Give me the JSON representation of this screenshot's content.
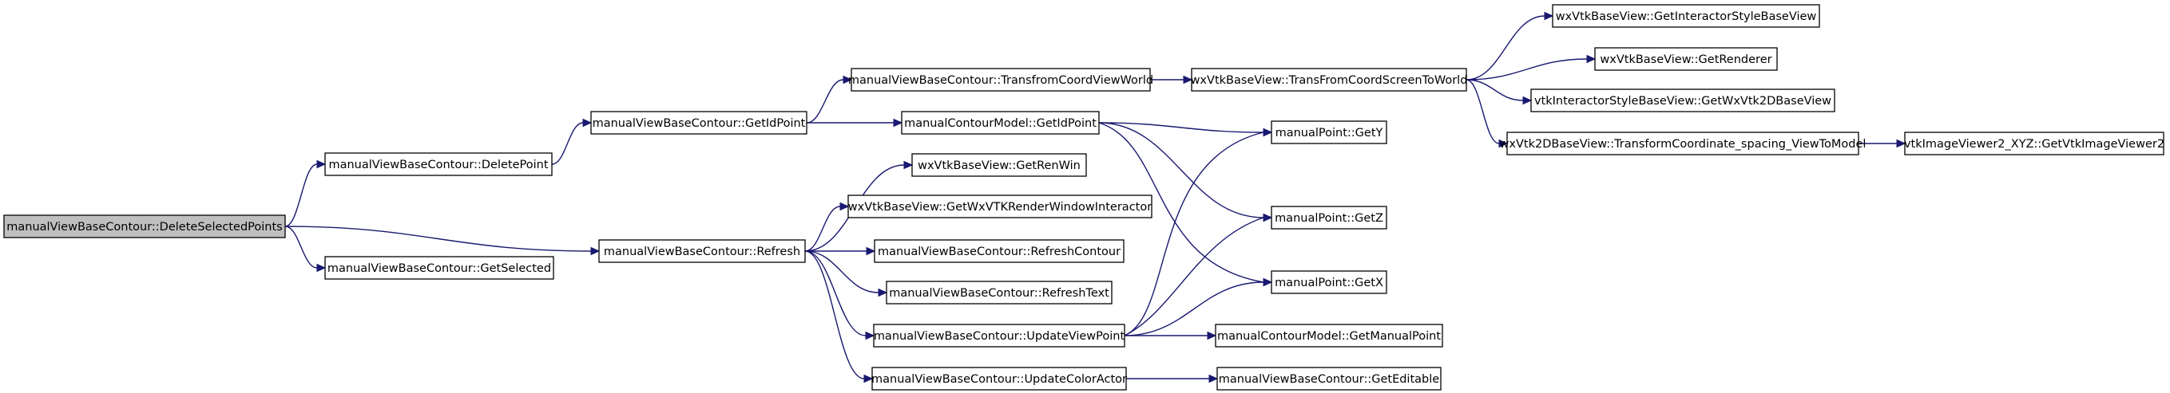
{
  "graph": {
    "nodes": [
      {
        "id": "n0",
        "label": "manualViewBaseContour::DeleteSelectedPoints",
        "root": true
      },
      {
        "id": "n1",
        "label": "manualViewBaseContour::DeletePoint"
      },
      {
        "id": "n2",
        "label": "manualViewBaseContour::GetSelected"
      },
      {
        "id": "n3",
        "label": "manualViewBaseContour::Refresh"
      },
      {
        "id": "n4",
        "label": "manualViewBaseContour::GetIdPoint"
      },
      {
        "id": "n5",
        "label": "manualViewBaseContour::TransfromCoordViewWorld"
      },
      {
        "id": "n6",
        "label": "manualContourModel::GetIdPoint"
      },
      {
        "id": "n7",
        "label": "wxVtkBaseView::GetRenWin"
      },
      {
        "id": "n8",
        "label": "wxVtkBaseView::GetWxVTKRenderWindowInteractor"
      },
      {
        "id": "n9",
        "label": "manualViewBaseContour::RefreshContour"
      },
      {
        "id": "n10",
        "label": "manualViewBaseContour::RefreshText"
      },
      {
        "id": "n11",
        "label": "manualViewBaseContour::UpdateViewPoint"
      },
      {
        "id": "n12",
        "label": "manualViewBaseContour::UpdateColorActor"
      },
      {
        "id": "n13",
        "label": "wxVtkBaseView::TransFromCoordScreenToWorld"
      },
      {
        "id": "n14",
        "label": "manualPoint::GetY"
      },
      {
        "id": "n15",
        "label": "manualPoint::GetZ"
      },
      {
        "id": "n16",
        "label": "manualPoint::GetX"
      },
      {
        "id": "n17",
        "label": "manualContourModel::GetManualPoint"
      },
      {
        "id": "n18",
        "label": "manualViewBaseContour::GetEditable"
      },
      {
        "id": "n19",
        "label": "wxVtkBaseView::GetInteractorStyleBaseView"
      },
      {
        "id": "n20",
        "label": "wxVtkBaseView::GetRenderer"
      },
      {
        "id": "n21",
        "label": "vtkInteractorStyleBaseView::GetWxVtk2DBaseView"
      },
      {
        "id": "n22",
        "label": "wxVtk2DBaseView::TransformCoordinate_spacing_ViewToModel"
      },
      {
        "id": "n23",
        "label": "vtkImageViewer2_XYZ::GetVtkImageViewer2"
      }
    ],
    "edges": [
      {
        "from": "n0",
        "to": "n1"
      },
      {
        "from": "n0",
        "to": "n2"
      },
      {
        "from": "n0",
        "to": "n3"
      },
      {
        "from": "n1",
        "to": "n4"
      },
      {
        "from": "n4",
        "to": "n5"
      },
      {
        "from": "n4",
        "to": "n6"
      },
      {
        "from": "n5",
        "to": "n13"
      },
      {
        "from": "n13",
        "to": "n19"
      },
      {
        "from": "n13",
        "to": "n20"
      },
      {
        "from": "n13",
        "to": "n21"
      },
      {
        "from": "n13",
        "to": "n22"
      },
      {
        "from": "n22",
        "to": "n23"
      },
      {
        "from": "n6",
        "to": "n14"
      },
      {
        "from": "n6",
        "to": "n15"
      },
      {
        "from": "n6",
        "to": "n16"
      },
      {
        "from": "n3",
        "to": "n7"
      },
      {
        "from": "n3",
        "to": "n8"
      },
      {
        "from": "n3",
        "to": "n9"
      },
      {
        "from": "n3",
        "to": "n10"
      },
      {
        "from": "n3",
        "to": "n11"
      },
      {
        "from": "n3",
        "to": "n12"
      },
      {
        "from": "n11",
        "to": "n14"
      },
      {
        "from": "n11",
        "to": "n15"
      },
      {
        "from": "n11",
        "to": "n16"
      },
      {
        "from": "n11",
        "to": "n17"
      },
      {
        "from": "n12",
        "to": "n18"
      }
    ],
    "colors": {
      "edge": "#191970",
      "node_border": "#000000",
      "node_fill": "#ffffff",
      "root_fill": "#bfbfbf"
    }
  }
}
